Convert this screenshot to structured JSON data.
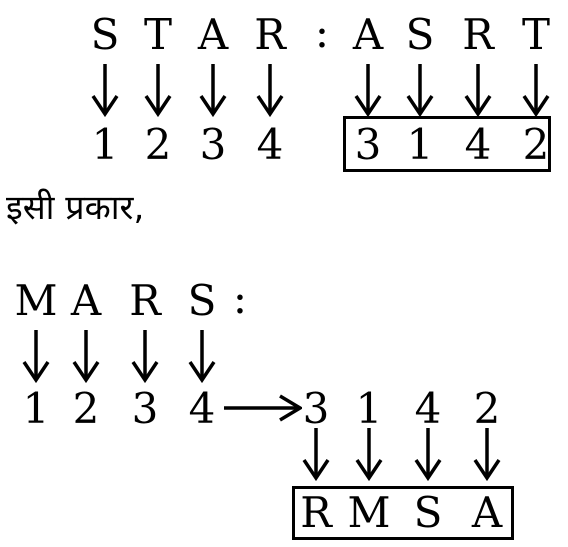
{
  "example": {
    "word": [
      "S",
      "T",
      "A",
      "R"
    ],
    "separator": ":",
    "code_word": [
      "A",
      "S",
      "R",
      "T"
    ],
    "positions": [
      "1",
      "2",
      "3",
      "4"
    ],
    "code_positions": [
      "3",
      "1",
      "4",
      "2"
    ]
  },
  "transition_text": "इसी प्रकार,",
  "question": {
    "word": [
      "M",
      "A",
      "R",
      "S"
    ],
    "separator": ":",
    "positions": [
      "1",
      "2",
      "3",
      "4"
    ],
    "rearranged_positions": [
      "3",
      "1",
      "4",
      "2"
    ],
    "answer": [
      "R",
      "M",
      "S",
      "A"
    ]
  }
}
